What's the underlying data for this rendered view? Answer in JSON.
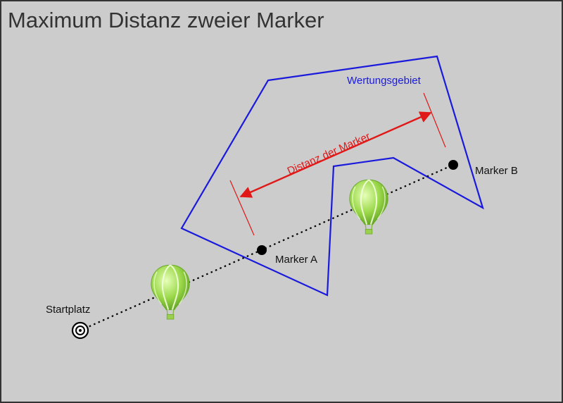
{
  "diagram": {
    "title": "Maximum Distanz zweier Marker",
    "labels": {
      "scoring_area": "Wertungsgebiet",
      "distance": "Distanz der Marker",
      "marker_a": "Marker A",
      "marker_b": "Marker B",
      "launch_site": "Startplatz"
    },
    "colors": {
      "background": "#cccccc",
      "scoring_area": "#1a1adc",
      "distance": "#e01818",
      "balloon": "#8fd13a",
      "marker": "#000000"
    },
    "icons": [
      "target-icon",
      "hot-air-balloon-icon",
      "marker-dot-icon"
    ]
  }
}
